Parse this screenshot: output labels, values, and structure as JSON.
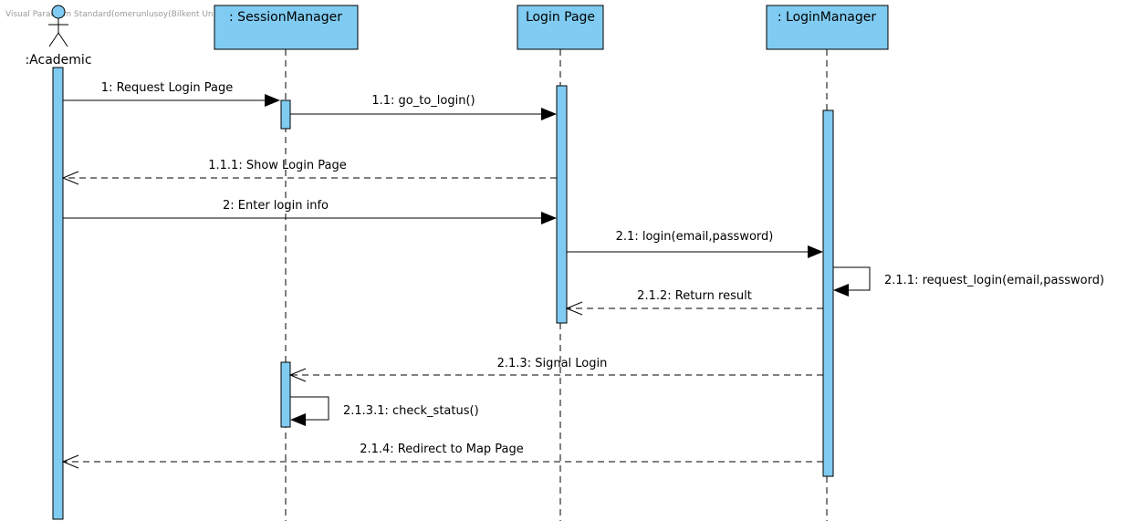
{
  "watermark": "Visual Paradigm Standard(omerunlusoy(Bilkent Univ.))",
  "theme": {
    "fill": "#7fcbf1",
    "stroke": "#000000"
  },
  "actor": {
    "label": ":Academic",
    "icon": "stick-figure-icon"
  },
  "lifelines": [
    {
      "id": "session",
      "title": ": SessionManager"
    },
    {
      "id": "login_page",
      "title": "Login Page"
    },
    {
      "id": "login_manager",
      "title": ": LoginManager"
    }
  ],
  "messages": [
    {
      "id": "m1",
      "label": "1: Request Login Page",
      "kind": "sync"
    },
    {
      "id": "m11",
      "label": "1.1: go_to_login()",
      "kind": "sync"
    },
    {
      "id": "m111",
      "label": "1.1.1: Show Login Page",
      "kind": "return"
    },
    {
      "id": "m2",
      "label": "2: Enter login info",
      "kind": "sync"
    },
    {
      "id": "m21",
      "label": "2.1: login(email,password)",
      "kind": "sync"
    },
    {
      "id": "m211",
      "label": "2.1.1: request_login(email,password)",
      "kind": "self"
    },
    {
      "id": "m212",
      "label": "2.1.2: Return result",
      "kind": "return"
    },
    {
      "id": "m213",
      "label": "2.1.3: Signal Login",
      "kind": "return"
    },
    {
      "id": "m2131",
      "label": "2.1.3.1: check_status()",
      "kind": "self"
    },
    {
      "id": "m214",
      "label": "2.1.4: Redirect to Map Page",
      "kind": "return"
    }
  ]
}
